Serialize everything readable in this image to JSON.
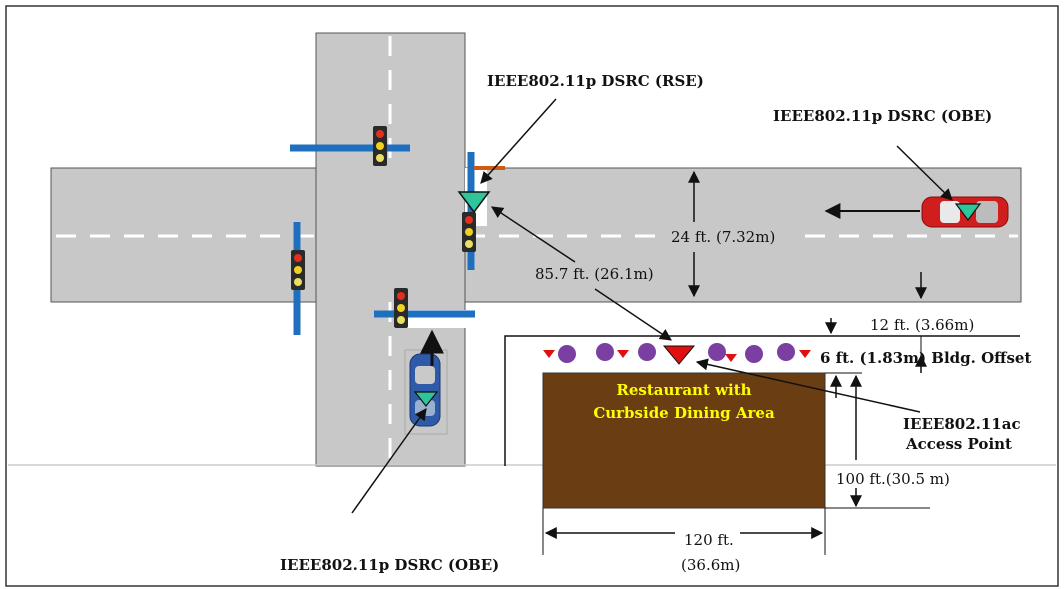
{
  "labels": {
    "rse": "IEEE802.11p DSRC (RSE)",
    "obe_right": "IEEE802.11p DSRC (OBE)",
    "obe_bottom": "IEEE802.11p DSRC (OBE)",
    "lane_width": "24 ft. (7.32m)",
    "distance": "85.7 ft. (26.1m)",
    "setback": "12 ft. (3.66m)",
    "bldg_offset": "6 ft. (1.83m) Bldg. Offset",
    "ap_line1": "IEEE802.11ac",
    "ap_line2": "Access Point",
    "restaurant_line1": "Restaurant with",
    "restaurant_line2": "Curbside Dining Area",
    "bldg_depth": "100 ft.(30.5 m)",
    "bldg_width_line1": "120 ft.",
    "bldg_width_line2": "(36.6m)"
  },
  "colors": {
    "road": "#c8c8c8",
    "lane_marking": "#ffffff",
    "signal_arm": "#1f6fbf",
    "building": "#6b3d12",
    "restaurant_text": "#ffff00",
    "dsrc_marker": "#2ec59a",
    "ap_marker": "#e01010",
    "diner": "#7a3fa0",
    "car_red": "#d01e1e",
    "car_blue": "#2f5aa8"
  },
  "icons": {
    "traffic_light": "traffic-light-icon",
    "rse_antenna": "triangle-marker-icon",
    "access_point": "triangle-marker-icon",
    "diner": "person-dot-icon",
    "car": "car-icon"
  }
}
